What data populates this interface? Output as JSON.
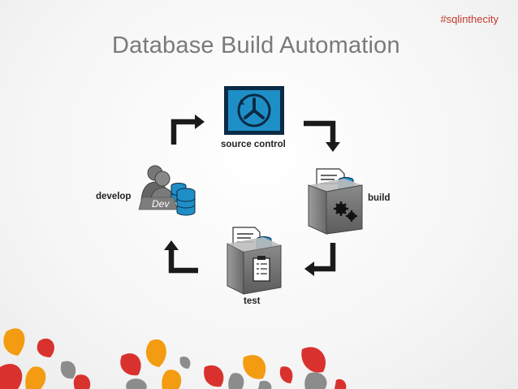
{
  "header": {
    "hashtag": "#sqlinthecity",
    "title": "Database Build Automation"
  },
  "cycle": {
    "stages": [
      {
        "id": "source-control",
        "label": "source control",
        "icon": "source-control-icon"
      },
      {
        "id": "build",
        "label": "build",
        "icon": "build-box-icon"
      },
      {
        "id": "test",
        "label": "test",
        "icon": "test-box-icon"
      },
      {
        "id": "develop",
        "label": "develop",
        "icon": "developers-icon",
        "badge": "Dev"
      }
    ],
    "arrows": [
      "arrow-source-to-build",
      "arrow-build-to-test",
      "arrow-test-to-develop",
      "arrow-develop-to-source"
    ]
  },
  "colors": {
    "accent_blue": "#1e8fc6",
    "dark_navy": "#0b2a45",
    "hashtag_red": "#c0392b",
    "title_gray": "#7a7a7a",
    "arrow_black": "#1a1a1a",
    "leaf_red": "#d9322e",
    "leaf_orange": "#f39c12",
    "leaf_gray": "#8c8c8c"
  }
}
